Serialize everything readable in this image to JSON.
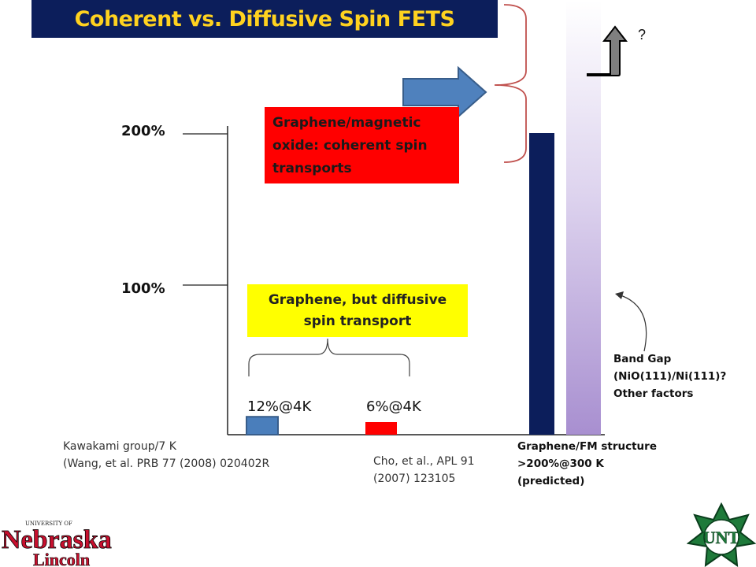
{
  "slide": {
    "title": "Coherent vs. Diffusive Spin FETS",
    "question_mark": "?",
    "red_box": [
      "Graphene/magnetic",
      "oxide:  coherent spin",
      "transports"
    ],
    "yellow_box": [
      "Graphene, but diffusive",
      "spin transport"
    ],
    "kawakami_ref": [
      "Kawakami group/7 K",
      "(Wang, et al. PRB 77 (2008) 020402R"
    ],
    "cho_ref": [
      "Cho, et al., APL  91",
      "(2007) 123105"
    ],
    "graphene_fm_note": [
      "Graphene/FM structure",
      ">200%@300 K",
      "(predicted)"
    ],
    "band_gap_note": [
      "Band Gap",
      "(NiO(111)/Ni(111)?",
      "Other factors"
    ],
    "logos": {
      "left": "University of Nebraska Lincoln",
      "right": "University of North Texas"
    }
  },
  "colors": {
    "title_bg": "#0c1e5b",
    "title_text": "#ffd21f",
    "kawakami_bar": "#4a7ebb",
    "cho_bar": "#ff0000",
    "graphene_fm_bar": "#0c1e5b",
    "band_gap_bar": "#b7a3d6",
    "red_box": "#ff0000",
    "yellow_box": "#ffff00",
    "brace": "#c00000"
  },
  "chart_data": {
    "type": "bar",
    "categories": [
      "Kawakami group/7 K",
      "Cho, et al.",
      "Graphene/FM structure"
    ],
    "values": [
      12,
      6,
      200
    ],
    "data_labels": [
      "12%@4K",
      "6%@4K",
      ""
    ],
    "y_tick_labels": [
      "100%",
      "200%"
    ],
    "y_ticks": [
      100,
      200
    ],
    "ylim": [
      0,
      200
    ],
    "xlabel": "",
    "ylabel": "",
    "title": "",
    "grid": false,
    "extra_bar": {
      "name": "Band Gap",
      "range_top_unlabeled": true
    }
  }
}
